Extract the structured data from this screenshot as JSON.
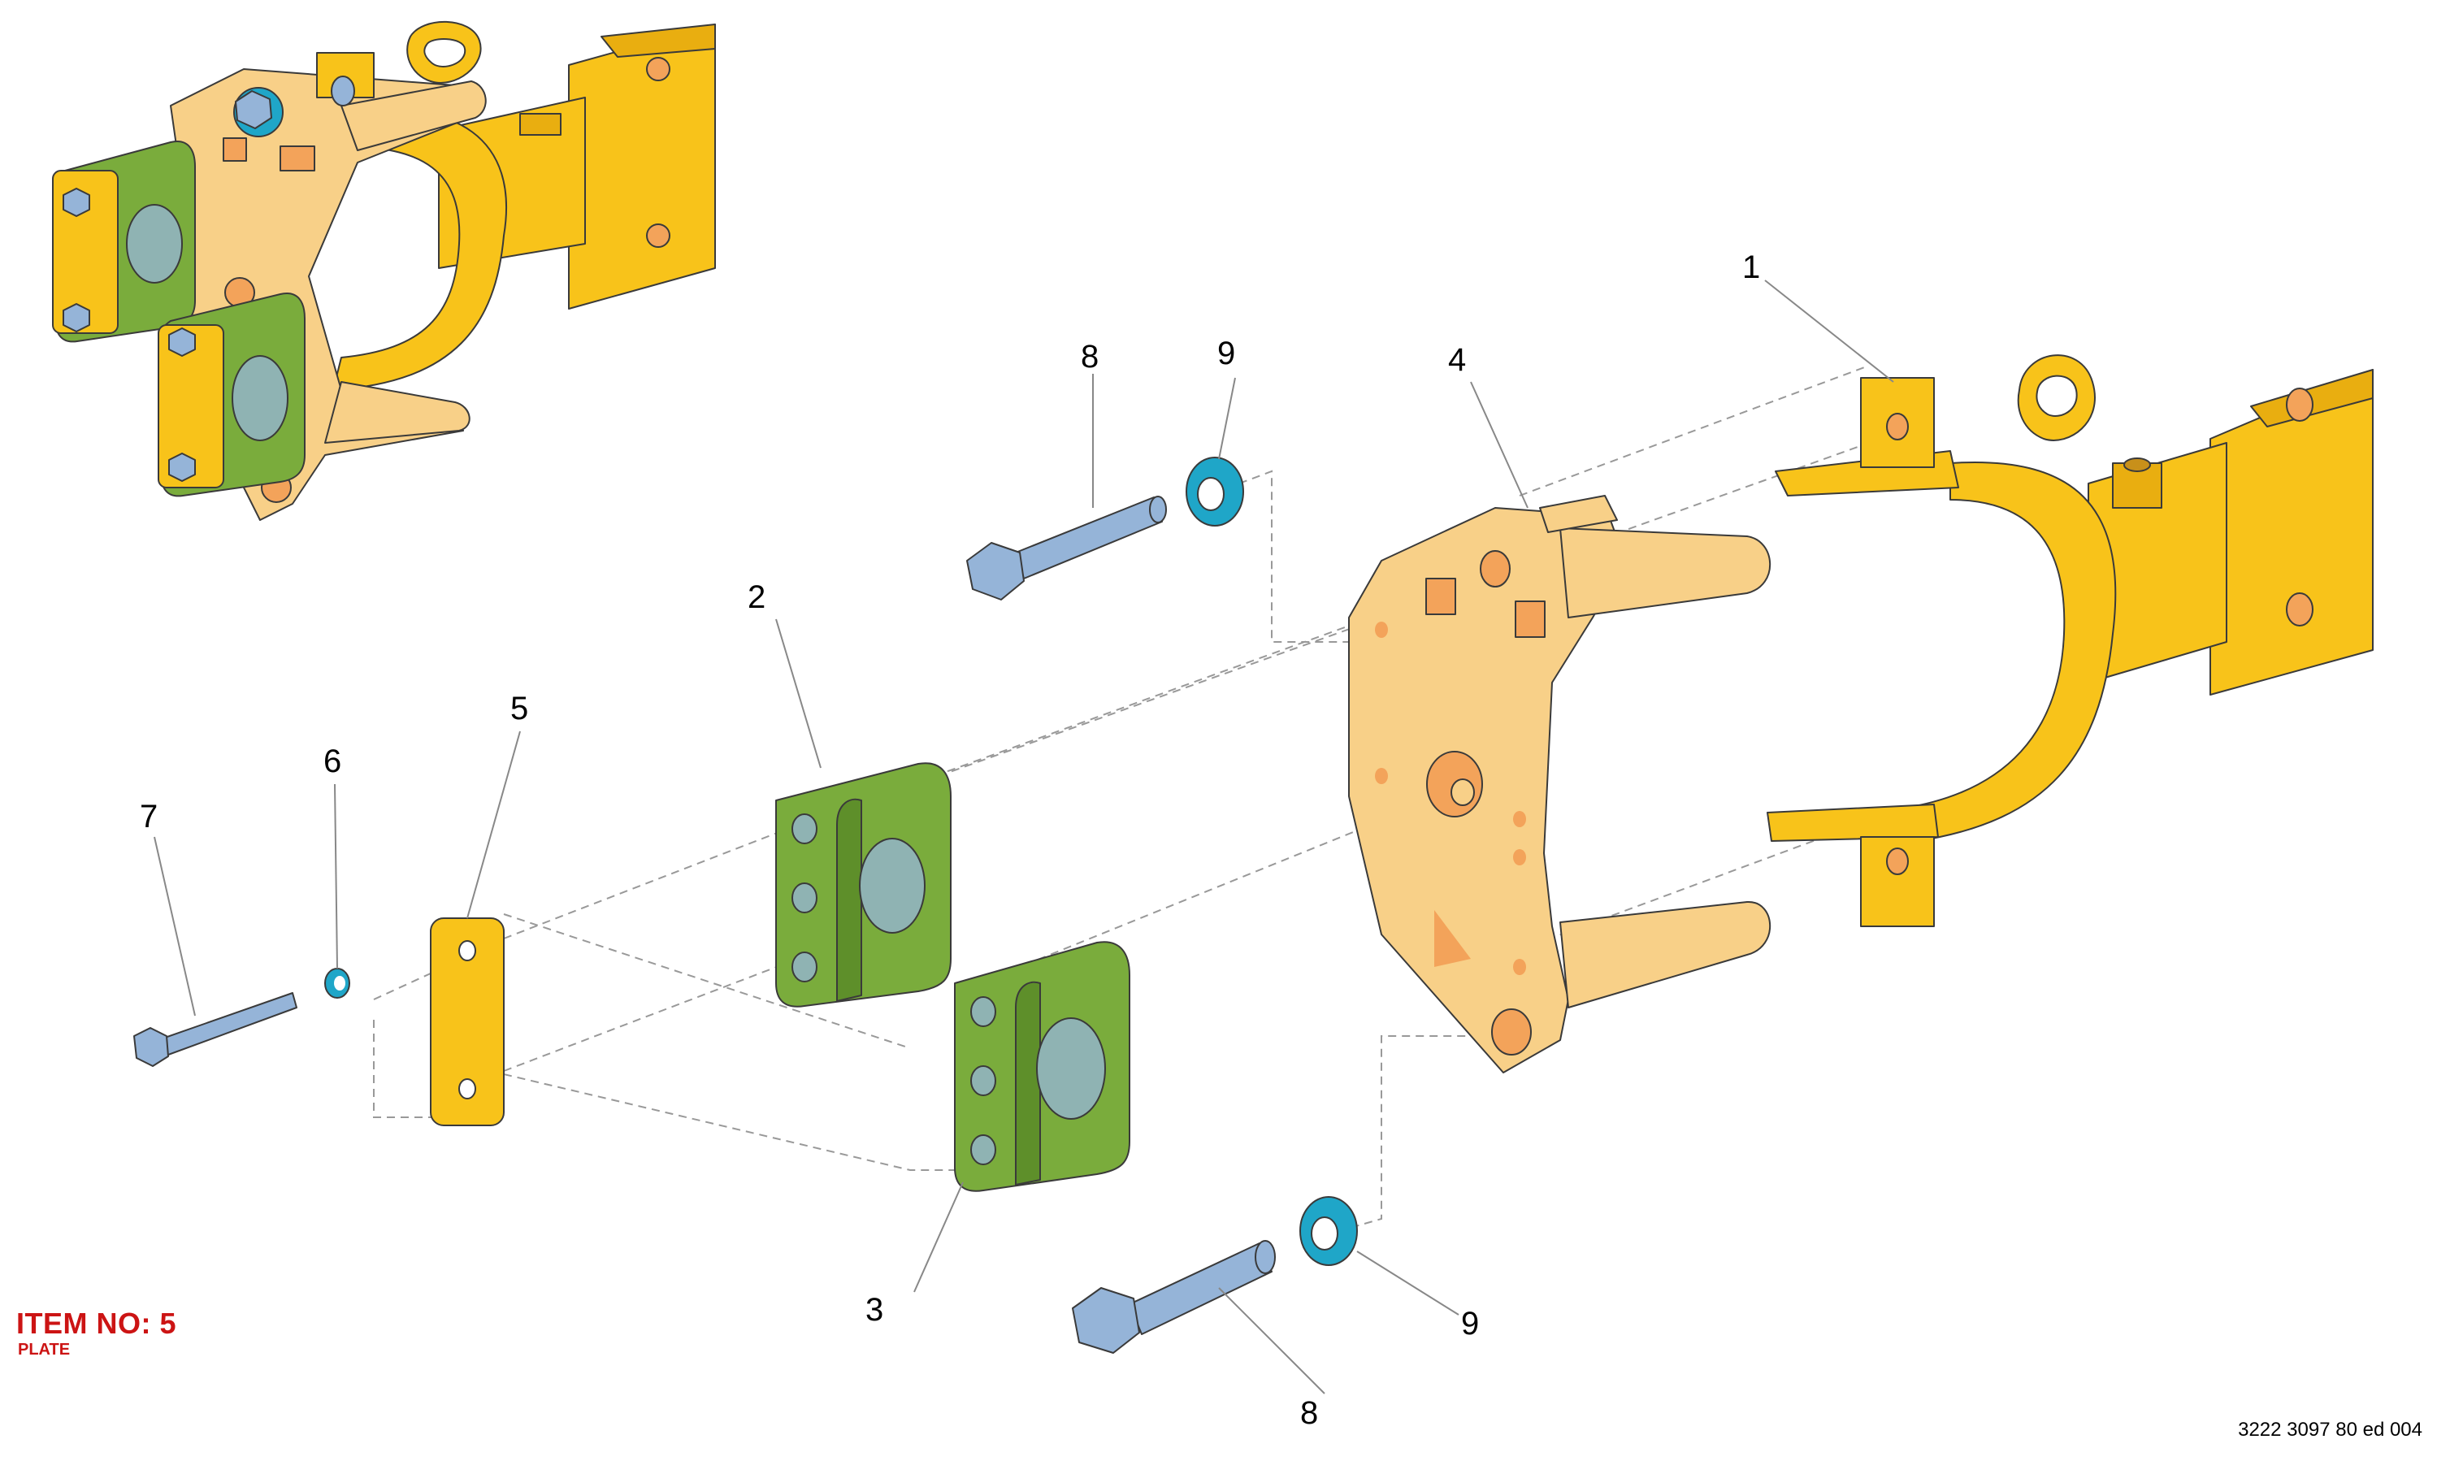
{
  "colors": {
    "yellow": "#F8C31A",
    "light_orange": "#F8D088",
    "orange_hole": "#F3A35A",
    "green": "#7AAC3C",
    "blue_grey": "#95B4D8",
    "cyan": "#1FA6C8",
    "lens": "#8FB3B3",
    "title_red": "#cc1414"
  },
  "callouts": {
    "c1": "1",
    "c2": "2",
    "c3": "3",
    "c4": "4",
    "c5": "5",
    "c6": "6",
    "c7": "7",
    "c8_top": "8",
    "c8_bottom": "8",
    "c9_top": "9",
    "c9_bottom": "9"
  },
  "item": {
    "title": "ITEM NO: 5",
    "subtitle": "PLATE"
  },
  "drawing_ref": "3222 3097 80 ed 004",
  "icons": [
    "bolt-icon",
    "washer-icon",
    "plate-icon",
    "clamp-block-icon",
    "bracket-icon",
    "mount-arm-icon"
  ]
}
